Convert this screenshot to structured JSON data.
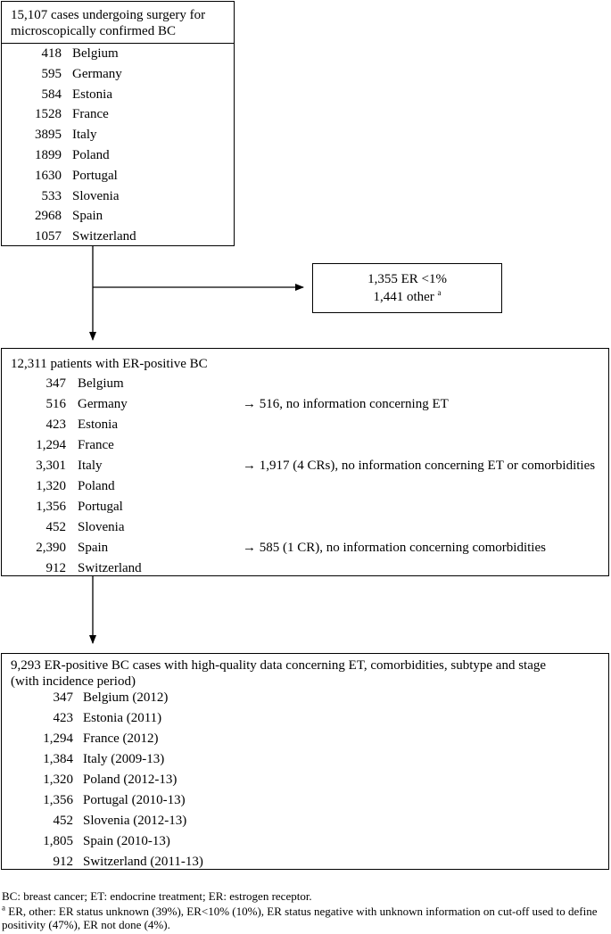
{
  "box1": {
    "title_line1": "15,107 cases undergoing surgery for",
    "title_line2": "microscopically confirmed BC",
    "rows": [
      {
        "n": "418",
        "country": "Belgium"
      },
      {
        "n": "595",
        "country": "Germany"
      },
      {
        "n": "584",
        "country": "Estonia"
      },
      {
        "n": "1528",
        "country": "France"
      },
      {
        "n": "3895",
        "country": "Italy"
      },
      {
        "n": "1899",
        "country": "Poland"
      },
      {
        "n": "1630",
        "country": "Portugal"
      },
      {
        "n": "533",
        "country": "Slovenia"
      },
      {
        "n": "2968",
        "country": "Spain"
      },
      {
        "n": "1057",
        "country": "Switzerland"
      }
    ]
  },
  "exclusion": {
    "line1": "1,355 ER <1%",
    "line2": "1,441 other",
    "line2_sup": "a"
  },
  "box2": {
    "title": "12,311 patients with ER-positive BC",
    "rows": [
      {
        "n": "347",
        "country": "Belgium",
        "note": ""
      },
      {
        "n": "516",
        "country": "Germany",
        "note": "→ 516,  no information concerning ET"
      },
      {
        "n": "423",
        "country": "Estonia",
        "note": ""
      },
      {
        "n": "1,294",
        "country": "France",
        "note": ""
      },
      {
        "n": "3,301",
        "country": "Italy",
        "note": "→ 1,917 (4 CRs), no information concerning ET or comorbidities"
      },
      {
        "n": "1,320",
        "country": "Poland",
        "note": ""
      },
      {
        "n": "1,356",
        "country": "Portugal",
        "note": ""
      },
      {
        "n": "452",
        "country": "Slovenia",
        "note": ""
      },
      {
        "n": "2,390",
        "country": "Spain",
        "note": "→ 585 (1 CR), no information concerning comorbidities"
      },
      {
        "n": "912",
        "country": "Switzerland",
        "note": ""
      }
    ]
  },
  "box3": {
    "title_line1": "9,293 ER-positive BC cases with high-quality data concerning  ET, comorbidities, subtype and stage",
    "title_line2": "(with incidence period)",
    "rows": [
      {
        "n": "347",
        "country": "Belgium (2012)"
      },
      {
        "n": "423",
        "country": "Estonia (2011)"
      },
      {
        "n": "1,294",
        "country": "France (2012)"
      },
      {
        "n": "1,384",
        "country": "Italy (2009-13)"
      },
      {
        "n": "1,320",
        "country": "Poland (2012-13)"
      },
      {
        "n": "1,356",
        "country": "Portugal (2010-13)"
      },
      {
        "n": "452",
        "country": "Slovenia (2012-13)"
      },
      {
        "n": "1,805",
        "country": "Spain (2010-13)"
      },
      {
        "n": "912",
        "country": "Switzerland (2011-13)"
      }
    ]
  },
  "footnotes": {
    "abbrev": "BC: breast cancer; ET: endocrine treatment; ER: estrogen receptor.",
    "note_sup": "a",
    "note_text": " ER, other: ER status unknown (39%), ER<10% (10%), ER status negative with unknown information on cut-off used to define positivity (47%), ER not done (4%)."
  }
}
